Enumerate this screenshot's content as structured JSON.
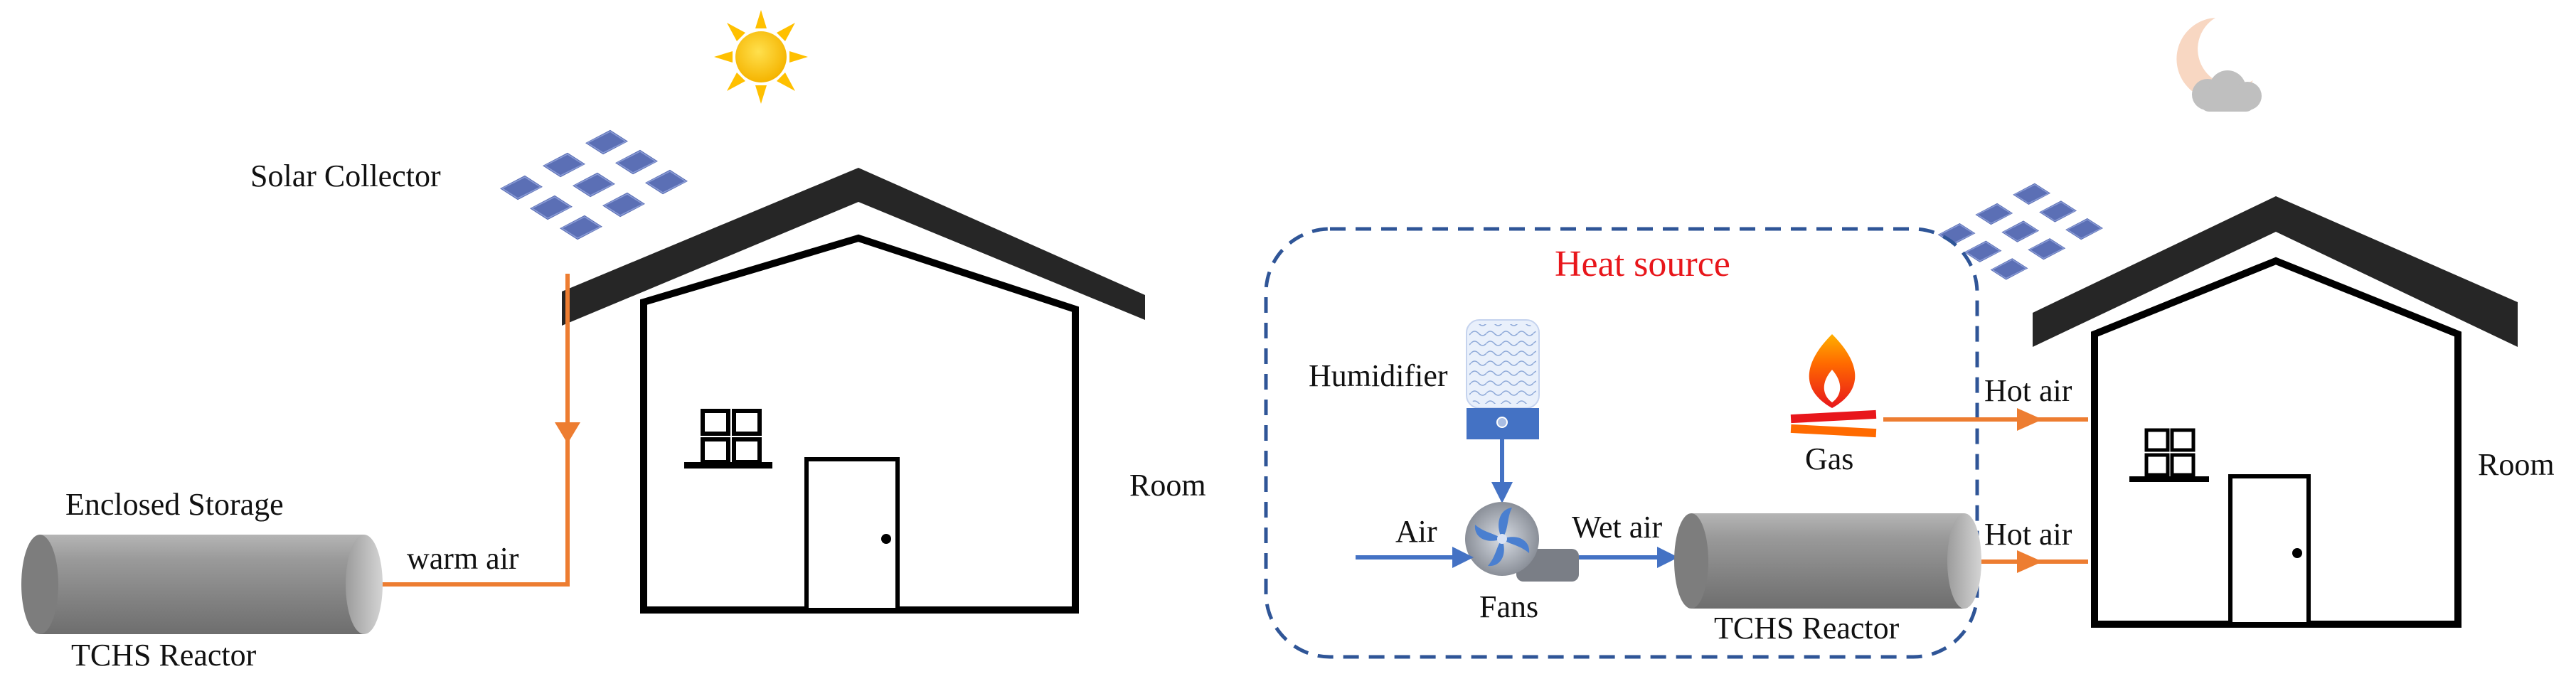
{
  "labels": {
    "solar_collector": "Solar Collector",
    "enclosed_storage": "Enclosed Storage",
    "tchs_reactor_left": "TCHS Reactor",
    "warm_air": "warm air",
    "room_left": "Room",
    "heat_source": "Heat source",
    "humidifier": "Humidifier",
    "air": "Air",
    "wet_air": "Wet air",
    "fans": "Fans",
    "tchs_reactor_right": "TCHS Reactor",
    "gas": "Gas",
    "hot_air_top": "Hot air",
    "hot_air_bottom": "Hot air",
    "room_right": "Room"
  },
  "colors": {
    "pipe_orange": "#ed7d31",
    "air_blue": "#4472c4",
    "heat_source_border": "#2f5597",
    "heat_source_title": "#e8161b",
    "reactor_gray": "#8c8c8c",
    "sun_yellow": "#ffc000",
    "panel_blue": "#5b6fb5"
  },
  "icons": {
    "sun": "sun-icon",
    "moon": "moon-cloud-icon",
    "flame": "flame-icon",
    "fan": "fan-icon",
    "humidifier": "humidifier-icon"
  }
}
